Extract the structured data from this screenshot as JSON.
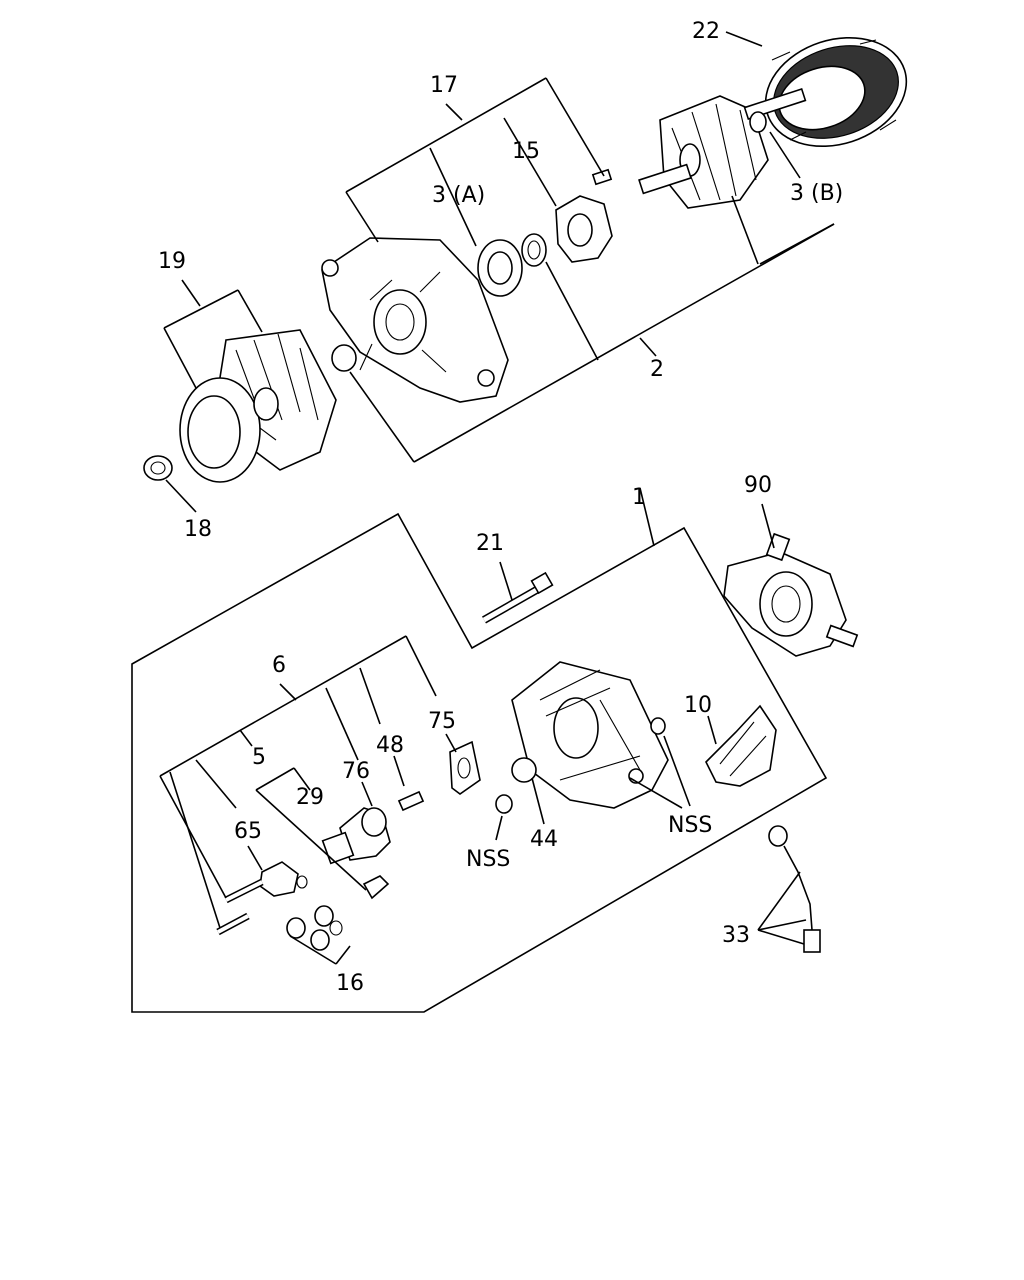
{
  "labels": {
    "p1": "1",
    "p2": "2",
    "p3a": "3 (A)",
    "p3b": "3 (B)",
    "p5": "5",
    "p6": "6",
    "p10": "10",
    "p15": "15",
    "p16": "16",
    "p17": "17",
    "p18": "18",
    "p19": "19",
    "p21": "21",
    "p22": "22",
    "p29": "29",
    "p33": "33",
    "p44": "44",
    "p48": "48",
    "p65": "65",
    "p75": "75",
    "p76": "76",
    "p90": "90",
    "nss_left": "NSS",
    "nss_right": "NSS"
  }
}
